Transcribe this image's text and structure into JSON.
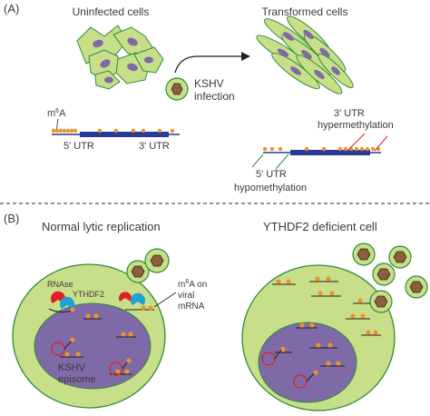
{
  "panel_a": {
    "label": "(A)",
    "uninfected_title": "Uninfected cells",
    "transformed_title": "Transformed cells",
    "kshv_line1": "KSHV",
    "kshv_line2": "infection",
    "m6a_prefix": "m",
    "m6a_sup": "6",
    "m6a_suffix": "A",
    "utr5": "5' UTR",
    "utr3": "3' UTR",
    "hyper_line1": "3' UTR",
    "hyper_line2": "hypermethylation",
    "hypo_line1": "5' UTR",
    "hypo_line2": "hypomethylation"
  },
  "panel_b": {
    "label": "(B)",
    "normal_title": "Normal lytic replication",
    "deficient_title": "YTHDF2 deficient cell",
    "rnase": "RNAse",
    "ythdf2": "YTHDF2",
    "m6a_on_prefix": "m",
    "m6a_on_sup": "6",
    "m6a_on_suffix": "A on",
    "viral": "viral",
    "mrna": "mRNA",
    "kshv": "KSHV",
    "episome": "episome"
  },
  "colors": {
    "cell_green": "#c8df8a",
    "cell_border": "#2e8b3c",
    "nucleus": "#7d6aa6",
    "m6a_dot": "#f0922b",
    "mrna_blue": "#273a94",
    "virus_brown": "#8b5e3c",
    "rnase_red": "#e02026",
    "ythdf2_blue": "#1ea0d8"
  }
}
